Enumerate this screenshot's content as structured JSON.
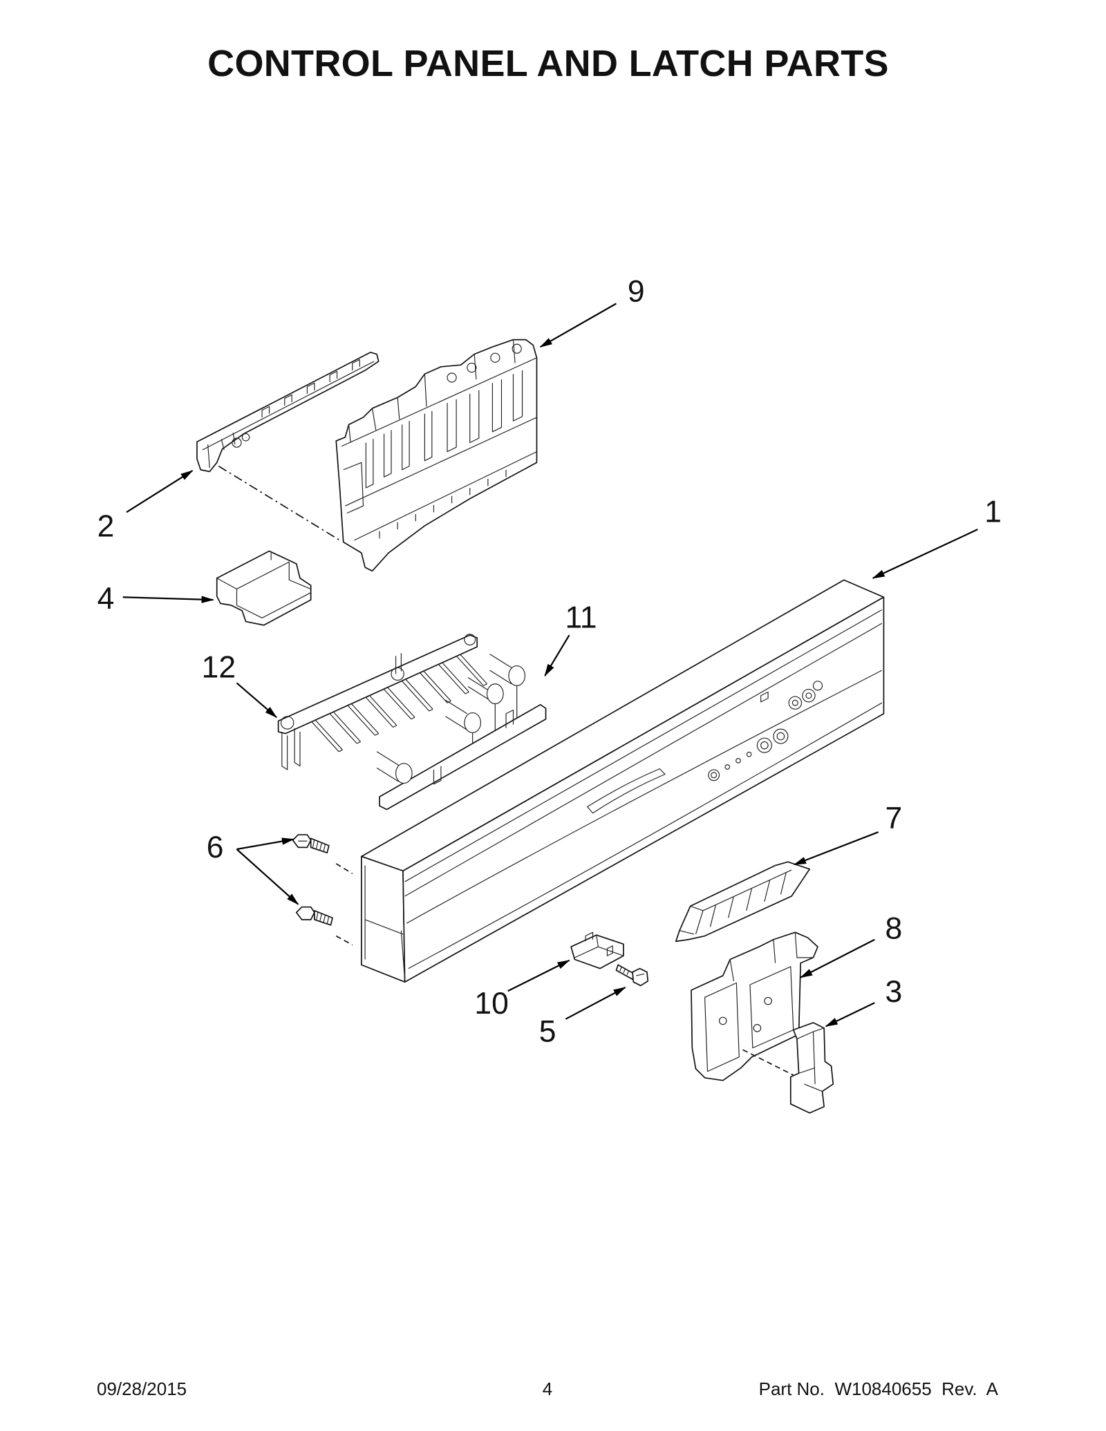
{
  "title": "CONTROL PANEL AND LATCH PARTS",
  "callouts": {
    "part_1": "1",
    "part_2": "2",
    "part_3": "3",
    "part_4": "4",
    "part_5": "5",
    "part_6": "6",
    "part_7": "7",
    "part_8": "8",
    "part_9": "9",
    "part_10": "10",
    "part_11": "11",
    "part_12": "12"
  },
  "footer": {
    "date": "09/28/2015",
    "page": "4",
    "part_number": "Part No.  W10840655  Rev.  A"
  }
}
